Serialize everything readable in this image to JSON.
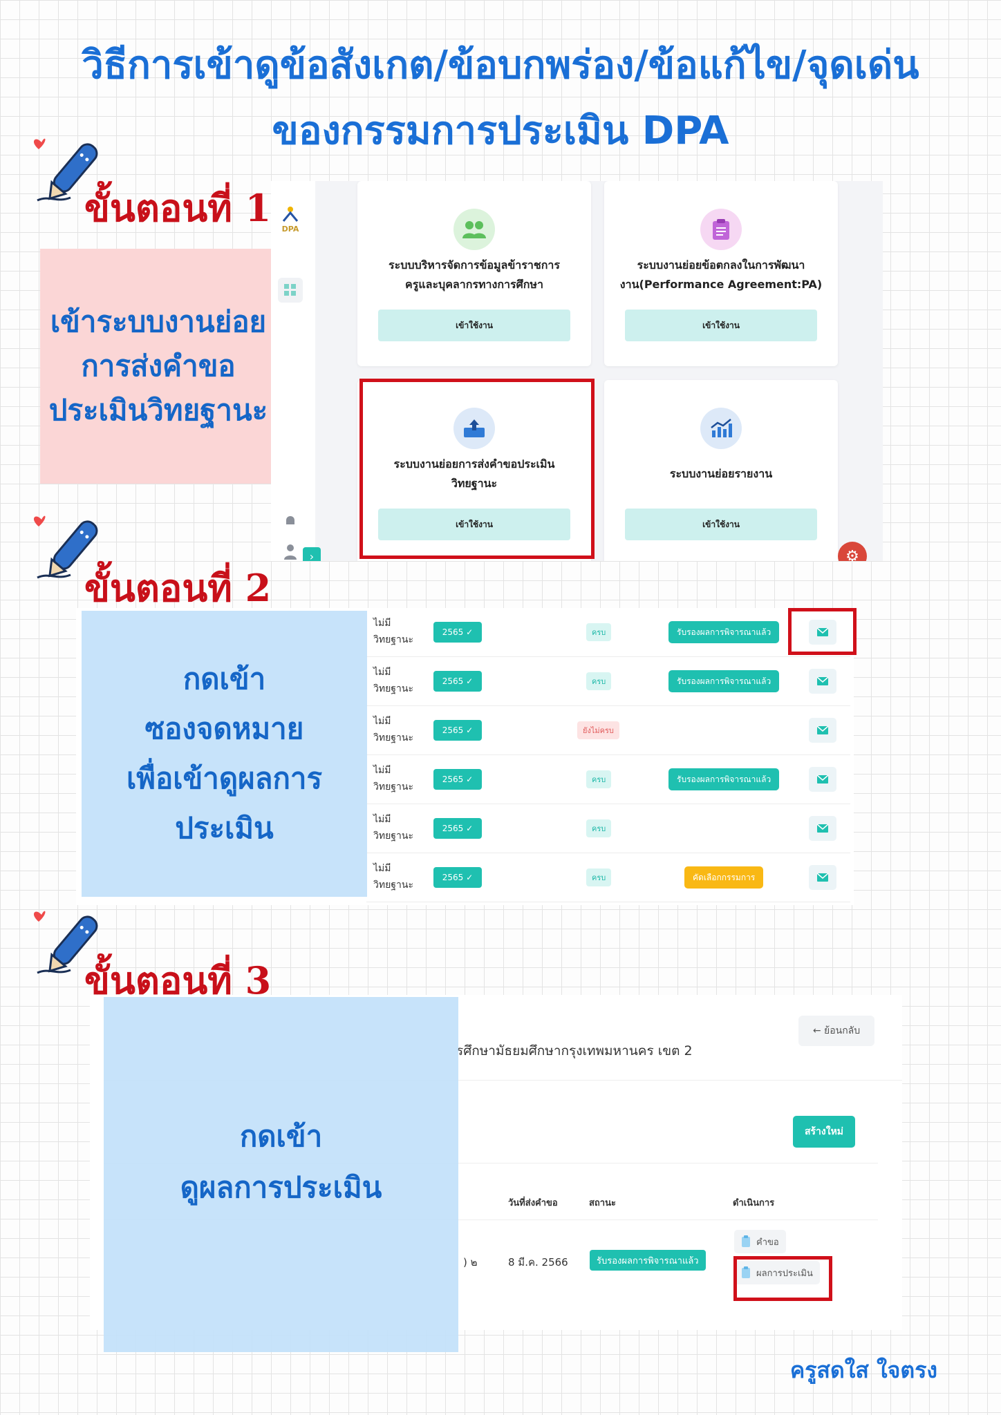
{
  "title": {
    "line1": "วิธีการเข้าดูข้อสังเกต/ข้อบกพร่อง/ข้อแก้ไข/จุดเด่น",
    "line2": "ของกรรมการประเมิน DPA"
  },
  "steps": [
    {
      "label": "ขั้นตอนที่ 1",
      "note": [
        "เข้าระบบงานย่อย",
        "การส่งคำขอ",
        "ประเมินวิทยฐานะ"
      ]
    },
    {
      "label": "ขั้นตอนที่ 2",
      "note": [
        "กดเข้า",
        "ซองจดหมาย",
        "เพื่อเข้าดูผลการ",
        "ประเมิน"
      ]
    },
    {
      "label": "ขั้นตอนที่ 3",
      "note": [
        "กดเข้า",
        "ดูผลการประเมิน"
      ]
    }
  ],
  "screen1": {
    "logo_text": "DPA",
    "cards": [
      {
        "title": [
          "ระบบบริหารจัดการข้อมูลข้าราชการ",
          "ครูและบุคลากรทางการศึกษา"
        ],
        "button": "เข้าใช้งาน",
        "icon": "users-icon"
      },
      {
        "title": [
          "ระบบงานย่อยข้อตกลงในการพัฒนา",
          "งาน(Performance Agreement:PA)"
        ],
        "button": "เข้าใช้งาน",
        "icon": "clipboard-icon"
      },
      {
        "title": [
          "ระบบงานย่อยการส่งคำขอประเมิน",
          "วิทยฐานะ"
        ],
        "button": "เข้าใช้งาน",
        "icon": "upload-icon"
      },
      {
        "title": [
          "ระบบงานย่อยรายงาน"
        ],
        "button": "เข้าใช้งาน",
        "icon": "chart-icon"
      }
    ]
  },
  "screen2": {
    "rows": [
      {
        "label": [
          "ไม่มี",
          "วิทยฐานะ"
        ],
        "year": "2565 ✓",
        "status": "ครบ",
        "status_type": "ok",
        "badge": "รับรองผลการพิจารณาแล้ว",
        "badge_type": "teal"
      },
      {
        "label": [
          "ไม่มี",
          "วิทยฐานะ"
        ],
        "year": "2565 ✓",
        "status": "ครบ",
        "status_type": "ok",
        "badge": "รับรองผลการพิจารณาแล้ว",
        "badge_type": "teal"
      },
      {
        "label": [
          "ไม่มี",
          "วิทยฐานะ"
        ],
        "year": "2565 ✓",
        "status": "ยังไม่ครบ",
        "status_type": "not",
        "badge": "",
        "badge_type": ""
      },
      {
        "label": [
          "ไม่มี",
          "วิทยฐานะ"
        ],
        "year": "2565 ✓",
        "status": "ครบ",
        "status_type": "ok",
        "badge": "รับรองผลการพิจารณาแล้ว",
        "badge_type": "teal"
      },
      {
        "label": [
          "ไม่มี",
          "วิทยฐานะ"
        ],
        "year": "2565 ✓",
        "status": "ครบ",
        "status_type": "ok",
        "badge": "",
        "badge_type": ""
      },
      {
        "label": [
          "ไม่มี",
          "วิทยฐานะ"
        ],
        "year": "2565 ✓",
        "status": "ครบ",
        "status_type": "ok",
        "badge": "คัดเลือกกรรมการ",
        "badge_type": "yellow"
      }
    ]
  },
  "screen3": {
    "back": "← ย้อนกลับ",
    "org": "รศึกษามัธยมศึกษากรุงเทพมหานคร เขต 2",
    "create": "สร้างใหม่",
    "headers": {
      "date": "วันที่ส่งคำขอ",
      "status": "สถานะ",
      "action": "ดำเนินการ"
    },
    "row": {
      "fragment": ") ๒",
      "date": "8 มี.ค. 2566",
      "status": "รับรองผลการพิจารณาแล้ว"
    },
    "actions": {
      "request": "คำขอ",
      "result": "ผลการประเมิน"
    }
  },
  "signature": "ครูสดใส ใจตรง"
}
